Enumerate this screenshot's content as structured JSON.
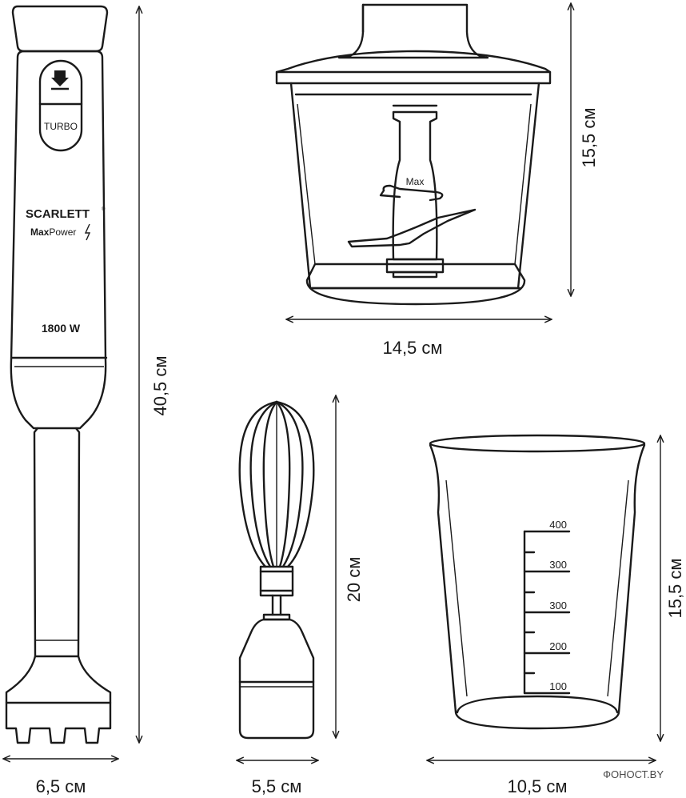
{
  "blender": {
    "turbo_label": "TURBO",
    "brand": "SCARLETT",
    "brand_mark": "®",
    "model_prefix": "Max",
    "model_suffix": "Power",
    "power": "1800 W"
  },
  "chopper": {
    "max_label": "Max"
  },
  "beaker": {
    "scale": [
      "400",
      "300",
      "300",
      "200",
      "100"
    ]
  },
  "dimensions": {
    "blender_height": "40,5 см",
    "blender_width": "6,5 см",
    "chopper_height": "15,5 см",
    "chopper_width": "14,5 см",
    "whisk_height": "20 см",
    "whisk_width": "5,5 см",
    "beaker_height": "15,5 см",
    "beaker_width": "10,5 см"
  },
  "watermark": "ФОНОСТ.BY"
}
